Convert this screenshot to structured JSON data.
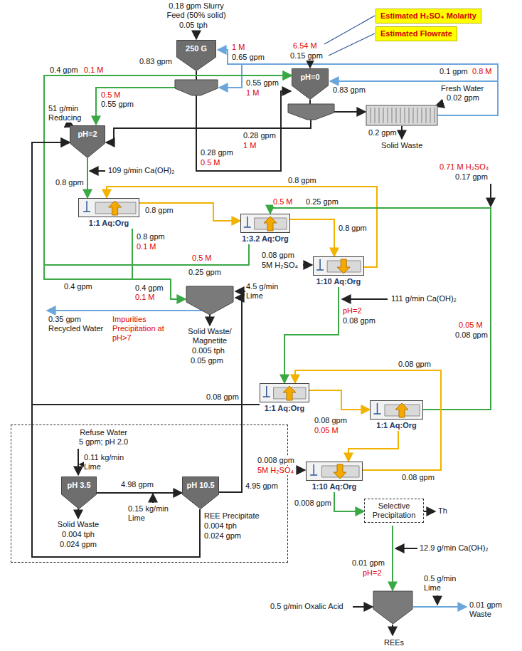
{
  "diagram": {
    "nodes": [
      {
        "text": [
          "Estimated H₂SO₄ Molarity"
        ]
      },
      {
        "text": [
          "Estimated Flowrate"
        ]
      },
      {
        "text": [
          "250 G"
        ]
      },
      {
        "text": [
          "pH=0"
        ]
      },
      {
        "text": [
          "pH=2"
        ]
      },
      {
        "text": [
          "1:1 Aq:Org"
        ]
      },
      {
        "text": [
          "1:3.2 Aq:Org"
        ]
      },
      {
        "text": [
          "1:10 Aq:Org"
        ]
      },
      {
        "text": [
          "1:1 Aq:Org"
        ]
      },
      {
        "text": [
          "1:1 Aq:Org"
        ]
      },
      {
        "text": [
          "1:10 Aq:Org"
        ]
      },
      {
        "text": [
          "Selective Precipitation"
        ]
      },
      {
        "text": [
          "Refuse Water",
          "5 gpm; pH 2.0"
        ]
      },
      {
        "text": [
          "pH 3.5"
        ],
        "in": 12
      },
      {
        "text": [
          "pH 10.5"
        ],
        "in": 12
      }
    ],
    "edges": [
      {
        "from": 4,
        "to": 5,
        "arrow": "to"
      },
      {
        "from": 5,
        "to": 6,
        "arrow": "to"
      },
      {
        "from": 6,
        "to": 7,
        "arrow": "to"
      },
      {
        "from": 7,
        "to": 5,
        "arrow": "to"
      },
      {
        "from": 5,
        "to": 3,
        "arrow": "to"
      },
      {
        "from": 6,
        "to": 3,
        "arrow": "to"
      },
      {
        "from": 9,
        "to": 6,
        "arrow": "to"
      },
      {
        "from": 7,
        "to": 8,
        "arrow": "to"
      },
      {
        "from": 8,
        "to": 9,
        "arrow": "to"
      },
      {
        "from": 9,
        "to": 10,
        "arrow": "to"
      },
      {
        "from": 10,
        "to": 8,
        "arrow": "to"
      },
      {
        "from": 10,
        "to": 11,
        "arrow": "to"
      },
      {
        "from": 8,
        "to": 4,
        "arrow": "to"
      },
      {
        "from": 13,
        "to": 14,
        "arrow": "to"
      },
      {
        "from": 14,
        "to": 4,
        "arrow": "to"
      }
    ],
    "labels": [
      "0.18 gpm Slurry Feed (50% solid)",
      "0.05 tph",
      "6.54 M",
      "0.15 gpm",
      "1 M",
      "0.65 gpm",
      "0.4 gpm",
      "0.1 M",
      "0.8 M",
      "0.1 gpm",
      "51 g/min Reducing",
      "0.83 gpm",
      "0.83 gpm",
      "0.5 M",
      "0.55 gpm",
      "0.55 gpm",
      "1 M",
      "Fresh Water",
      "0.02 gpm",
      "0.2 gpm",
      "Solid Waste",
      "0.28 gpm",
      "0.5 M",
      "0.28 gpm",
      "1 M",
      "0.71 M H₂SO₄",
      "0.17 gpm",
      "0.8 gpm",
      "109 g/min Ca(OH)₂",
      "0.8 gpm",
      "0.8 gpm",
      "0.5 M",
      "0.25 gpm",
      "0.8 gpm",
      "0.8 gpm",
      "0.1 M",
      "0.08 gpm",
      "5M H₂SO₄",
      "111 g/min Ca(OH)₂",
      "0.5 M",
      "0.25 gpm",
      "0.4 gpm",
      "0.4 gpm",
      "0.1 M",
      "Impurities Precipitation at pH>7",
      "0.35 gpm Recycled Water",
      "4.5 g/min Lime",
      "Solid Waste/ Magnetite",
      "0.005 tph",
      "0.05 gpm",
      "pH=2",
      "0.08 gpm",
      "0.05 M",
      "0.08 gpm",
      "0.08 gpm",
      "0.08 gpm",
      "0.05 M",
      "0.08 gpm",
      "0.008 gpm",
      "5M H₂SO₄",
      "0.08 gpm",
      "0.008 gpm",
      "Th",
      "12.9 g/min Ca(OH)₂",
      "0.01 gpm",
      "pH=2",
      "0.5 g/min Lime",
      "0.5 g/min Oxalic Acid",
      "0.01 gpm Waste",
      "REEs",
      "0.11 kg/min Lime",
      "4.98 gpm",
      "0.15 kg/min Lime",
      "4.95 gpm",
      "Solid Waste",
      "0.004 tph",
      "0.024 gpm",
      "REE Precipitate",
      "0.004 tph",
      "0.024 gpm"
    ]
  }
}
